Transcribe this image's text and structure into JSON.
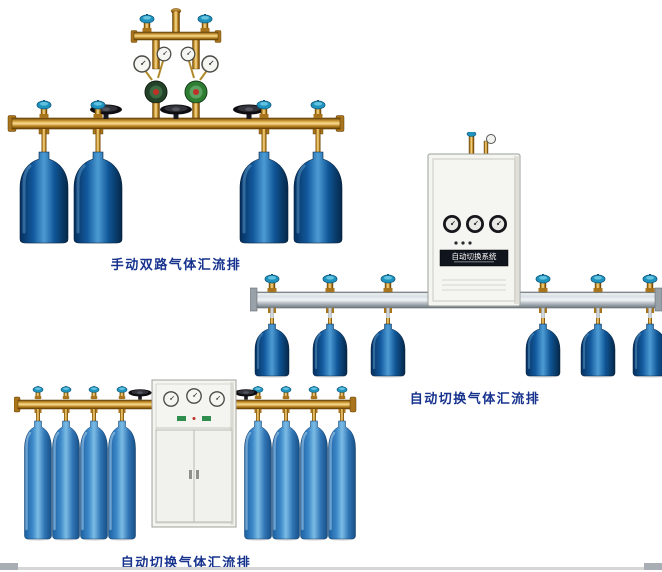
{
  "page": {
    "background_color": "#ffffff"
  },
  "products": [
    {
      "caption": "手动双路气体汇流排"
    },
    {
      "caption": "自动切换气体汇流排",
      "cabinet_label": "自动切换系统"
    },
    {
      "caption": "自动切换气体汇流排"
    }
  ],
  "colors": {
    "caption_text": "#17338e",
    "brass_pipe": "#d8a63e",
    "cylinder_blue_dark": "#125a9e",
    "cylinder_blue_light": "#4d9bd4",
    "cylinder_blue_pale": "#7cbce6",
    "valve_handle_teal": "#1f93be",
    "rail_silver": "#d8dee3",
    "cabinet_body": "#f5f5f1",
    "handwheel_black": "#0e0e12",
    "regulator_green": "#2e7d32"
  }
}
